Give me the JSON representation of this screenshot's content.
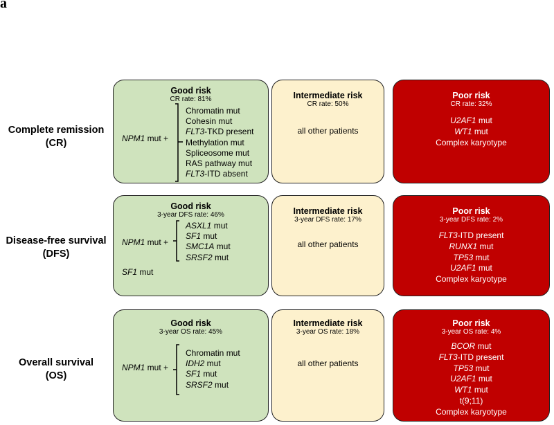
{
  "panel_label": "a",
  "rows": [
    {
      "label_lines": [
        "Complete remission",
        "(CR)"
      ],
      "good": {
        "title": "Good risk",
        "rate": "CR rate: 81%",
        "group_lead": "NPM1",
        "group_tail": " mut  +",
        "mutations": [
          {
            "gene": "",
            "text": "Chromatin mut"
          },
          {
            "gene": "",
            "text": "Cohesin mut"
          },
          {
            "gene": "FLT3",
            "text": "-TKD present"
          },
          {
            "gene": "",
            "text": "Methylation mut"
          },
          {
            "gene": "",
            "text": "Spliceosome mut"
          },
          {
            "gene": "",
            "text": "RAS pathway mut"
          },
          {
            "gene": "FLT3",
            "text": "-ITD absent"
          }
        ]
      },
      "intermediate": {
        "title": "Intermediate risk",
        "rate": "CR rate: 50%",
        "text": "all other patients"
      },
      "poor": {
        "title": "Poor risk",
        "rate": "CR rate: 32%",
        "items": [
          {
            "gene": "U2AF1",
            "text": " mut"
          },
          {
            "gene": "WT1",
            "text": " mut"
          },
          {
            "gene": "",
            "text": "Complex karyotype"
          }
        ]
      }
    },
    {
      "label_lines": [
        "Disease-free survival",
        "(DFS)"
      ],
      "good": {
        "title": "Good risk",
        "rate": "3-year DFS rate: 46%",
        "group_lead": "NPM1",
        "group_tail": " mut +",
        "mutations": [
          {
            "gene": "ASXL1",
            "text": " mut"
          },
          {
            "gene": "SF1",
            "text": " mut"
          },
          {
            "gene": "SMC1A",
            "text": " mut"
          },
          {
            "gene": "SRSF2",
            "text": " mut"
          }
        ],
        "extra": {
          "gene": "SF1",
          "text": " mut"
        }
      },
      "intermediate": {
        "title": "Intermediate risk",
        "rate": "3-year DFS rate: 17%",
        "text": "all other patients"
      },
      "poor": {
        "title": "Poor risk",
        "rate": "3-year DFS rate: 2%",
        "items": [
          {
            "gene": "FLT3",
            "text": "-ITD present"
          },
          {
            "gene": "RUNX1",
            "text": " mut"
          },
          {
            "gene": "TP53",
            "text": " mut"
          },
          {
            "gene": "U2AF1",
            "text": " mut"
          },
          {
            "gene": "",
            "text": "Complex karyotype"
          }
        ]
      }
    },
    {
      "label_lines": [
        "Overall survival",
        "(OS)"
      ],
      "good": {
        "title": "Good risk",
        "rate": "3-year OS rate: 45%",
        "group_lead": "NPM1",
        "group_tail": " mut +",
        "mutations": [
          {
            "gene": "",
            "text": "Chromatin mut"
          },
          {
            "gene": "IDH2",
            "text": " mut"
          },
          {
            "gene": "SF1",
            "text": " mut"
          },
          {
            "gene": "SRSF2",
            "text": " mut"
          }
        ]
      },
      "intermediate": {
        "title": "Intermediate risk",
        "rate": "3-year OS rate: 18%",
        "text": "all other patients"
      },
      "poor": {
        "title": "Poor risk",
        "rate": "3-year OS rate: 4%",
        "items": [
          {
            "gene": "BCOR",
            "text": " mut"
          },
          {
            "gene": "FLT3",
            "text": "-ITD present"
          },
          {
            "gene": "TP53",
            "text": " mut"
          },
          {
            "gene": "U2AF1",
            "text": " mut"
          },
          {
            "gene": "WT1",
            "text": " mut"
          },
          {
            "gene": "",
            "text": "t(9;11)"
          },
          {
            "gene": "",
            "text": "Complex karyotype"
          }
        ]
      }
    }
  ]
}
